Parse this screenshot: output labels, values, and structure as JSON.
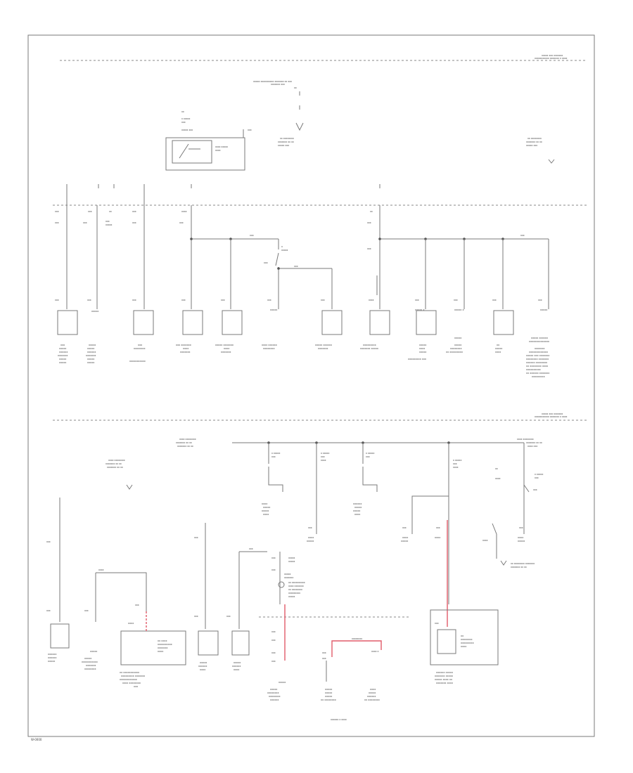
{
  "diagram": {
    "title": "Power Distribution Wiring Diagram (2 of 3)",
    "footer_code": "W-0000"
  },
  "colors": {
    "line": "#7a7a7a",
    "highlight": "#e05b6a"
  },
  "icons": [
    "switch-symbol",
    "ground-symbol",
    "component-box"
  ]
}
